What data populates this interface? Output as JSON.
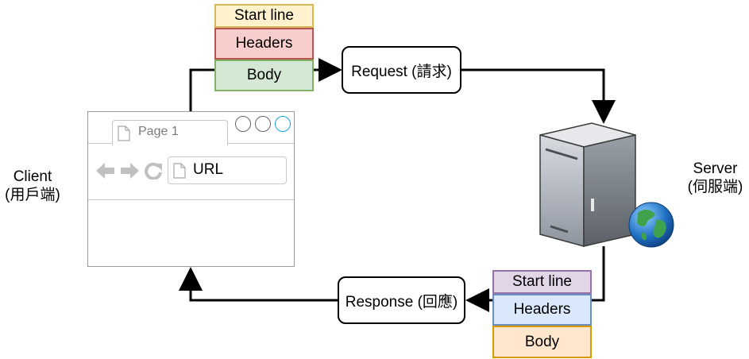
{
  "client": {
    "label_line1": "Client",
    "label_line2": "(用戶端)",
    "browser": {
      "tab_title": "Page 1",
      "url": "URL"
    }
  },
  "server": {
    "label_line1": "Server",
    "label_line2": "(伺服端)"
  },
  "request": {
    "label": "Request (請求)",
    "parts": [
      "Start line",
      "Headers",
      "Body"
    ]
  },
  "response": {
    "label": "Response (回應)",
    "parts": [
      "Start line",
      "Headers",
      "Body"
    ]
  },
  "colors": {
    "req_start": "#fff2cc",
    "req_start_border": "#d6b656",
    "req_headers": "#f8cecc",
    "req_headers_border": "#b85450",
    "req_body": "#d5e8d4",
    "req_body_border": "#82b366",
    "res_start": "#e1d5e7",
    "res_start_border": "#9673a6",
    "res_headers": "#dae8fc",
    "res_headers_border": "#6c8ebf",
    "res_body": "#ffe6cc",
    "res_body_border": "#d79b00"
  }
}
